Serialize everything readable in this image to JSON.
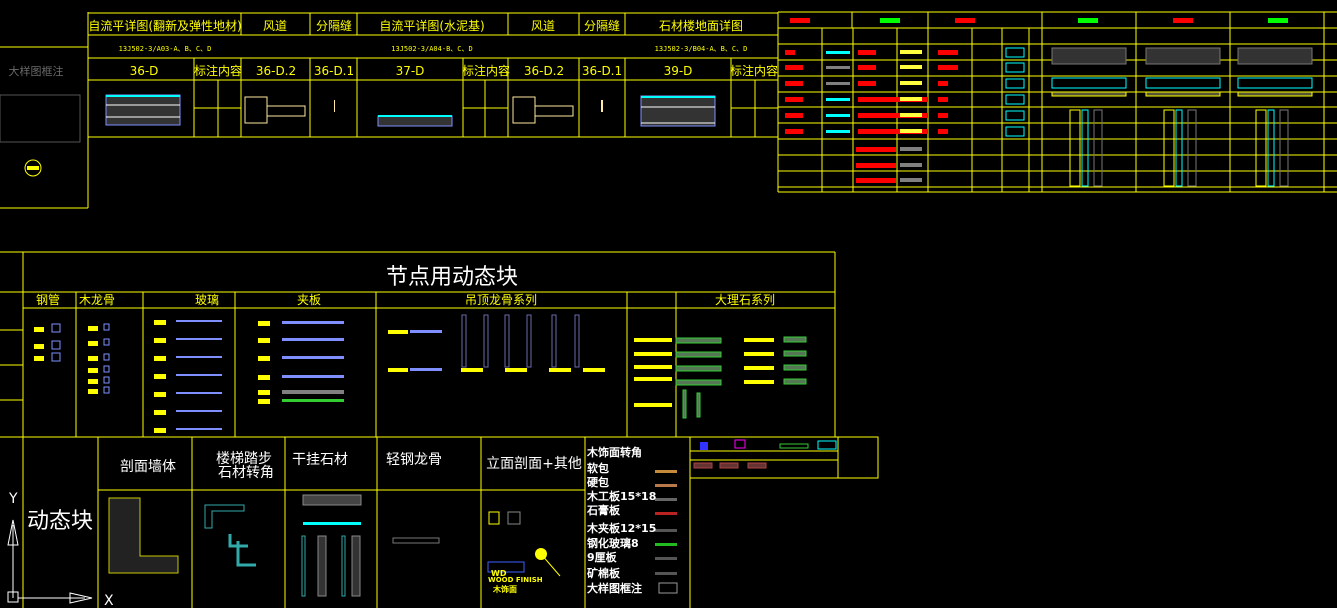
{
  "top_table": {
    "headers": [
      "自流平详图(翻新及弹性地材)",
      "风道",
      "分隔缝",
      "自流平详图(水泥基)",
      "风道",
      "分隔缝",
      "石材楼地面详图"
    ],
    "refs": [
      "13J502-3/A03-A、B、C、D",
      "13J502-3/A04-B、C、D",
      "13J502-3/B04-A、B、C、D"
    ],
    "codes": [
      "36-D",
      "标注内容",
      "36-D.2",
      "36-D.1",
      "37-D",
      "标注内容",
      "36-D.2",
      "36-D.1",
      "39-D",
      "标注内容"
    ]
  },
  "left_block": {
    "label": "大样图框注"
  },
  "dynamic_blocks": {
    "title": "节点用动态块",
    "columns": [
      "钢管",
      "木龙骨",
      "玻璃",
      "夹板",
      "吊顶龙骨系列",
      "",
      "大理石系列"
    ]
  },
  "bottom": {
    "title": "动态块",
    "sections": [
      "剖面墙体",
      "楼梯踏步",
      "石材转角",
      "干挂石材",
      "轻钢龙骨",
      "立面剖面+其他"
    ],
    "wood_tag": "WD",
    "wood_finish": "WOOD FINISH",
    "wood_finish_cn": "木饰面",
    "materials": [
      "木饰面转角",
      "软包",
      "硬包",
      "木工板15*18",
      "石膏板",
      "木夹板12*15",
      "钢化玻璃8",
      "9厘板",
      "矿棉板",
      "大样图框注"
    ]
  },
  "ucs": {
    "x_label": "X",
    "y_label": "Y"
  },
  "colors": {
    "grid": "#ffff00",
    "cyan": "#00ffff",
    "red": "#ff0000",
    "blue": "#7f8fff",
    "green": "#33cc33",
    "gray": "#808080",
    "background": "#000000"
  }
}
